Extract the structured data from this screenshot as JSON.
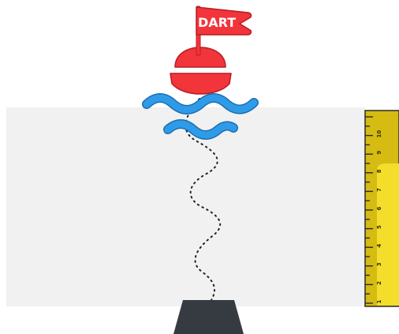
{
  "flag": {
    "label": "DART"
  },
  "gauge": {
    "tick_labels": [
      "1",
      "2",
      "3",
      "4",
      "5",
      "6",
      "7",
      "8",
      "9",
      "10"
    ],
    "water_level": 8
  },
  "colors": {
    "water_panel": "#f1f1f1",
    "buoy_red": "#f2343b",
    "buoy_stroke": "#b81d24",
    "wave_blue": "#2f9be8",
    "anchor_gray": "#363b42",
    "ruler_dark_yellow": "#d6bb12",
    "ruler_bright_yellow": "#f4dd2b"
  }
}
